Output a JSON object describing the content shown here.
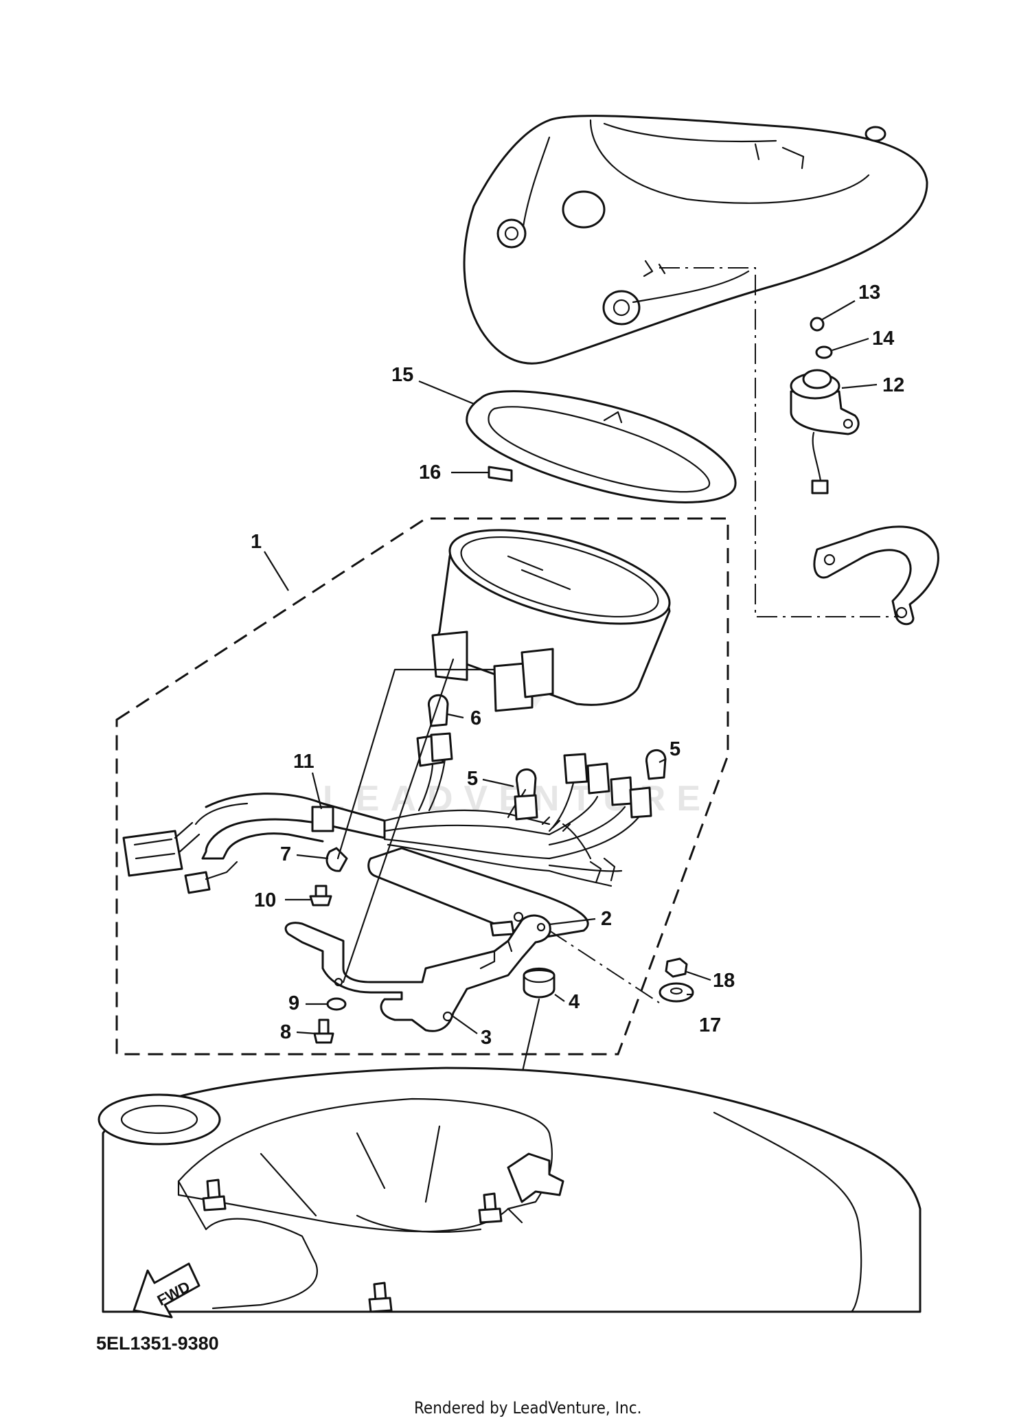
{
  "callouts": [
    {
      "id": "1",
      "label": "1"
    },
    {
      "id": "2",
      "label": "2"
    },
    {
      "id": "3",
      "label": "3"
    },
    {
      "id": "4",
      "label": "4"
    },
    {
      "id": "5a",
      "label": "5"
    },
    {
      "id": "5b",
      "label": "5"
    },
    {
      "id": "6",
      "label": "6"
    },
    {
      "id": "7",
      "label": "7"
    },
    {
      "id": "8",
      "label": "8"
    },
    {
      "id": "9",
      "label": "9"
    },
    {
      "id": "10",
      "label": "10"
    },
    {
      "id": "11",
      "label": "11"
    },
    {
      "id": "12",
      "label": "12"
    },
    {
      "id": "13",
      "label": "13"
    },
    {
      "id": "14",
      "label": "14"
    },
    {
      "id": "15",
      "label": "15"
    },
    {
      "id": "16",
      "label": "16"
    },
    {
      "id": "17",
      "label": "17"
    },
    {
      "id": "18",
      "label": "18"
    }
  ],
  "diagram_code": "5EL1351-9380",
  "direction_label": "FWD",
  "credit": "Rendered by LeadVenture, Inc.",
  "watermark": "LEADVENTURE",
  "colors": {
    "line": "#111111",
    "background": "#ffffff",
    "watermark": "#e6e6e6"
  }
}
